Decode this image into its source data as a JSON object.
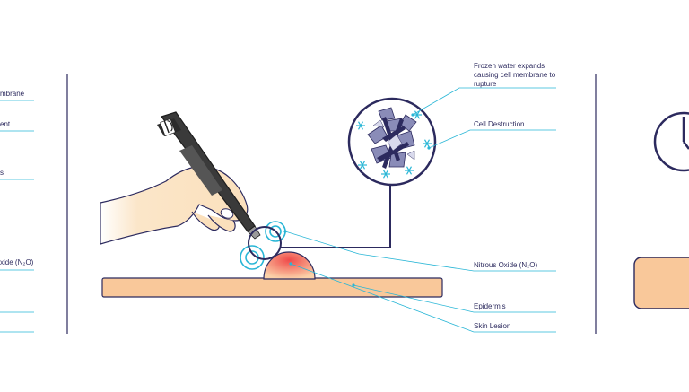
{
  "left_panel": {
    "labels": [
      "mbrane",
      "ent",
      "s",
      "xide (N₂O)"
    ]
  },
  "center_panel": {
    "callouts": {
      "frozen_water": "Frozen water expands causing cell membrane to rupture",
      "cell_destruction": "Cell Destruction",
      "nitrous_oxide": "Nitrous Oxide (N₂O)",
      "epidermis": "Epidermis",
      "skin_lesion": "Skin Lesion"
    }
  },
  "colors": {
    "navy": "#2c2a5e",
    "accent_cyan": "#29b6d6",
    "skin": "#f9c89a",
    "skin_stroke": "#2c2a5e",
    "lesion": "#f06b6b",
    "pen": "#3a3a3a"
  }
}
